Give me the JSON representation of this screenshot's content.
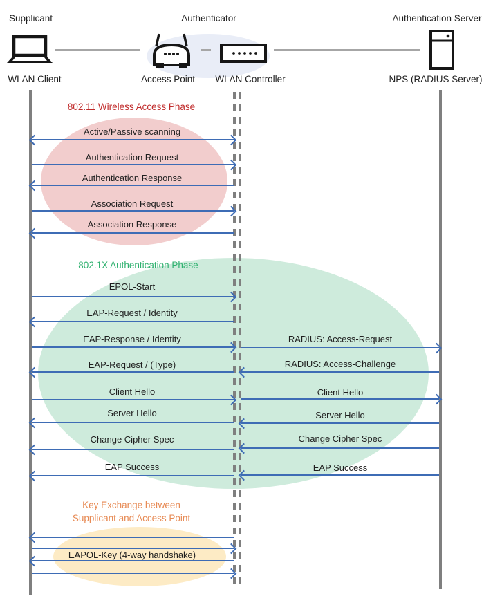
{
  "colors": {
    "arrow": "#3E6CB5",
    "lifeline": "#7F7F7F",
    "text": "#1F1F1F",
    "phase1_fill": "#F2CDCD",
    "phase1_title": "#C02B2B",
    "phase2_fill": "#CEEBDC",
    "phase2_title": "#2FB16F",
    "phase3_fill": "#FDEBC5",
    "phase3_title": "#E78A54",
    "authenticator_fill": "#E9EDF7"
  },
  "actors": {
    "supplicant": {
      "role": "Supplicant",
      "device": "WLAN Client",
      "icon": "laptop-icon"
    },
    "authenticator": {
      "role": "Authenticator",
      "access_point": "Access Point",
      "wlan_controller": "WLAN Controller",
      "icons": [
        "wireless-router-icon",
        "controller-box-icon"
      ]
    },
    "authentication_server": {
      "role": "Authentication Server",
      "device": "NPS (RADIUS Server)",
      "icon": "server-tower-icon"
    }
  },
  "phases": [
    {
      "title": "802.11 Wireless Access Phase"
    },
    {
      "title": "802.1X Authentication Phase"
    },
    {
      "title_line1": "Key Exchange between",
      "title_line2": "Supplicant and Access Point"
    }
  ],
  "messages": {
    "phase1": [
      {
        "label": "Active/Passive scanning",
        "direction": "both",
        "from": "WLAN Client",
        "to": "WLAN Controller"
      },
      {
        "label": "Authentication Request",
        "direction": "right",
        "from": "WLAN Client",
        "to": "WLAN Controller"
      },
      {
        "label": "Authentication Response",
        "direction": "left",
        "from": "WLAN Controller",
        "to": "WLAN Client"
      },
      {
        "label": "Association Request",
        "direction": "right",
        "from": "WLAN Client",
        "to": "WLAN Controller"
      },
      {
        "label": "Association Response",
        "direction": "left",
        "from": "WLAN Controller",
        "to": "WLAN Client"
      }
    ],
    "phase2_left": [
      {
        "label": "EPOL-Start",
        "direction": "right",
        "from": "WLAN Client",
        "to": "WLAN Controller"
      },
      {
        "label": "EAP-Request / Identity",
        "direction": "left",
        "from": "WLAN Controller",
        "to": "WLAN Client"
      },
      {
        "label": "EAP-Response / Identity",
        "direction": "right",
        "from": "WLAN Client",
        "to": "WLAN Controller"
      },
      {
        "label": "EAP-Request / (Type)",
        "direction": "left",
        "from": "WLAN Controller",
        "to": "WLAN Client"
      },
      {
        "label": "Client Hello",
        "direction": "right",
        "from": "WLAN Client",
        "to": "WLAN Controller"
      },
      {
        "label": "Server Hello",
        "direction": "left",
        "from": "WLAN Controller",
        "to": "WLAN Client"
      },
      {
        "label": "Change Cipher Spec",
        "direction": "left",
        "from": "WLAN Controller",
        "to": "WLAN Client"
      },
      {
        "label": "EAP Success",
        "direction": "left",
        "from": "WLAN Controller",
        "to": "WLAN Client"
      }
    ],
    "phase2_right": [
      {
        "label": "RADIUS: Access-Request",
        "direction": "right",
        "from": "WLAN Controller",
        "to": "NPS (RADIUS Server)"
      },
      {
        "label": "RADIUS: Access-Challenge",
        "direction": "left",
        "from": "NPS (RADIUS Server)",
        "to": "WLAN Controller"
      },
      {
        "label": "Client Hello",
        "direction": "right",
        "from": "WLAN Controller",
        "to": "NPS (RADIUS Server)"
      },
      {
        "label": "Server Hello",
        "direction": "left",
        "from": "NPS (RADIUS Server)",
        "to": "WLAN Controller"
      },
      {
        "label": "Change Cipher Spec",
        "direction": "left",
        "from": "NPS (RADIUS Server)",
        "to": "WLAN Controller"
      },
      {
        "label": "EAP Success",
        "direction": "left",
        "from": "NPS (RADIUS Server)",
        "to": "WLAN Controller"
      }
    ],
    "phase3": [
      {
        "label": "",
        "direction": "left",
        "from": "WLAN Controller",
        "to": "WLAN Client"
      },
      {
        "label": "",
        "direction": "right",
        "from": "WLAN Client",
        "to": "WLAN Controller"
      },
      {
        "label": "EAPOL-Key (4-way handshake)",
        "direction": "left",
        "from": "WLAN Controller",
        "to": "WLAN Client"
      },
      {
        "label": "",
        "direction": "right",
        "from": "WLAN Client",
        "to": "WLAN Controller"
      }
    ]
  }
}
